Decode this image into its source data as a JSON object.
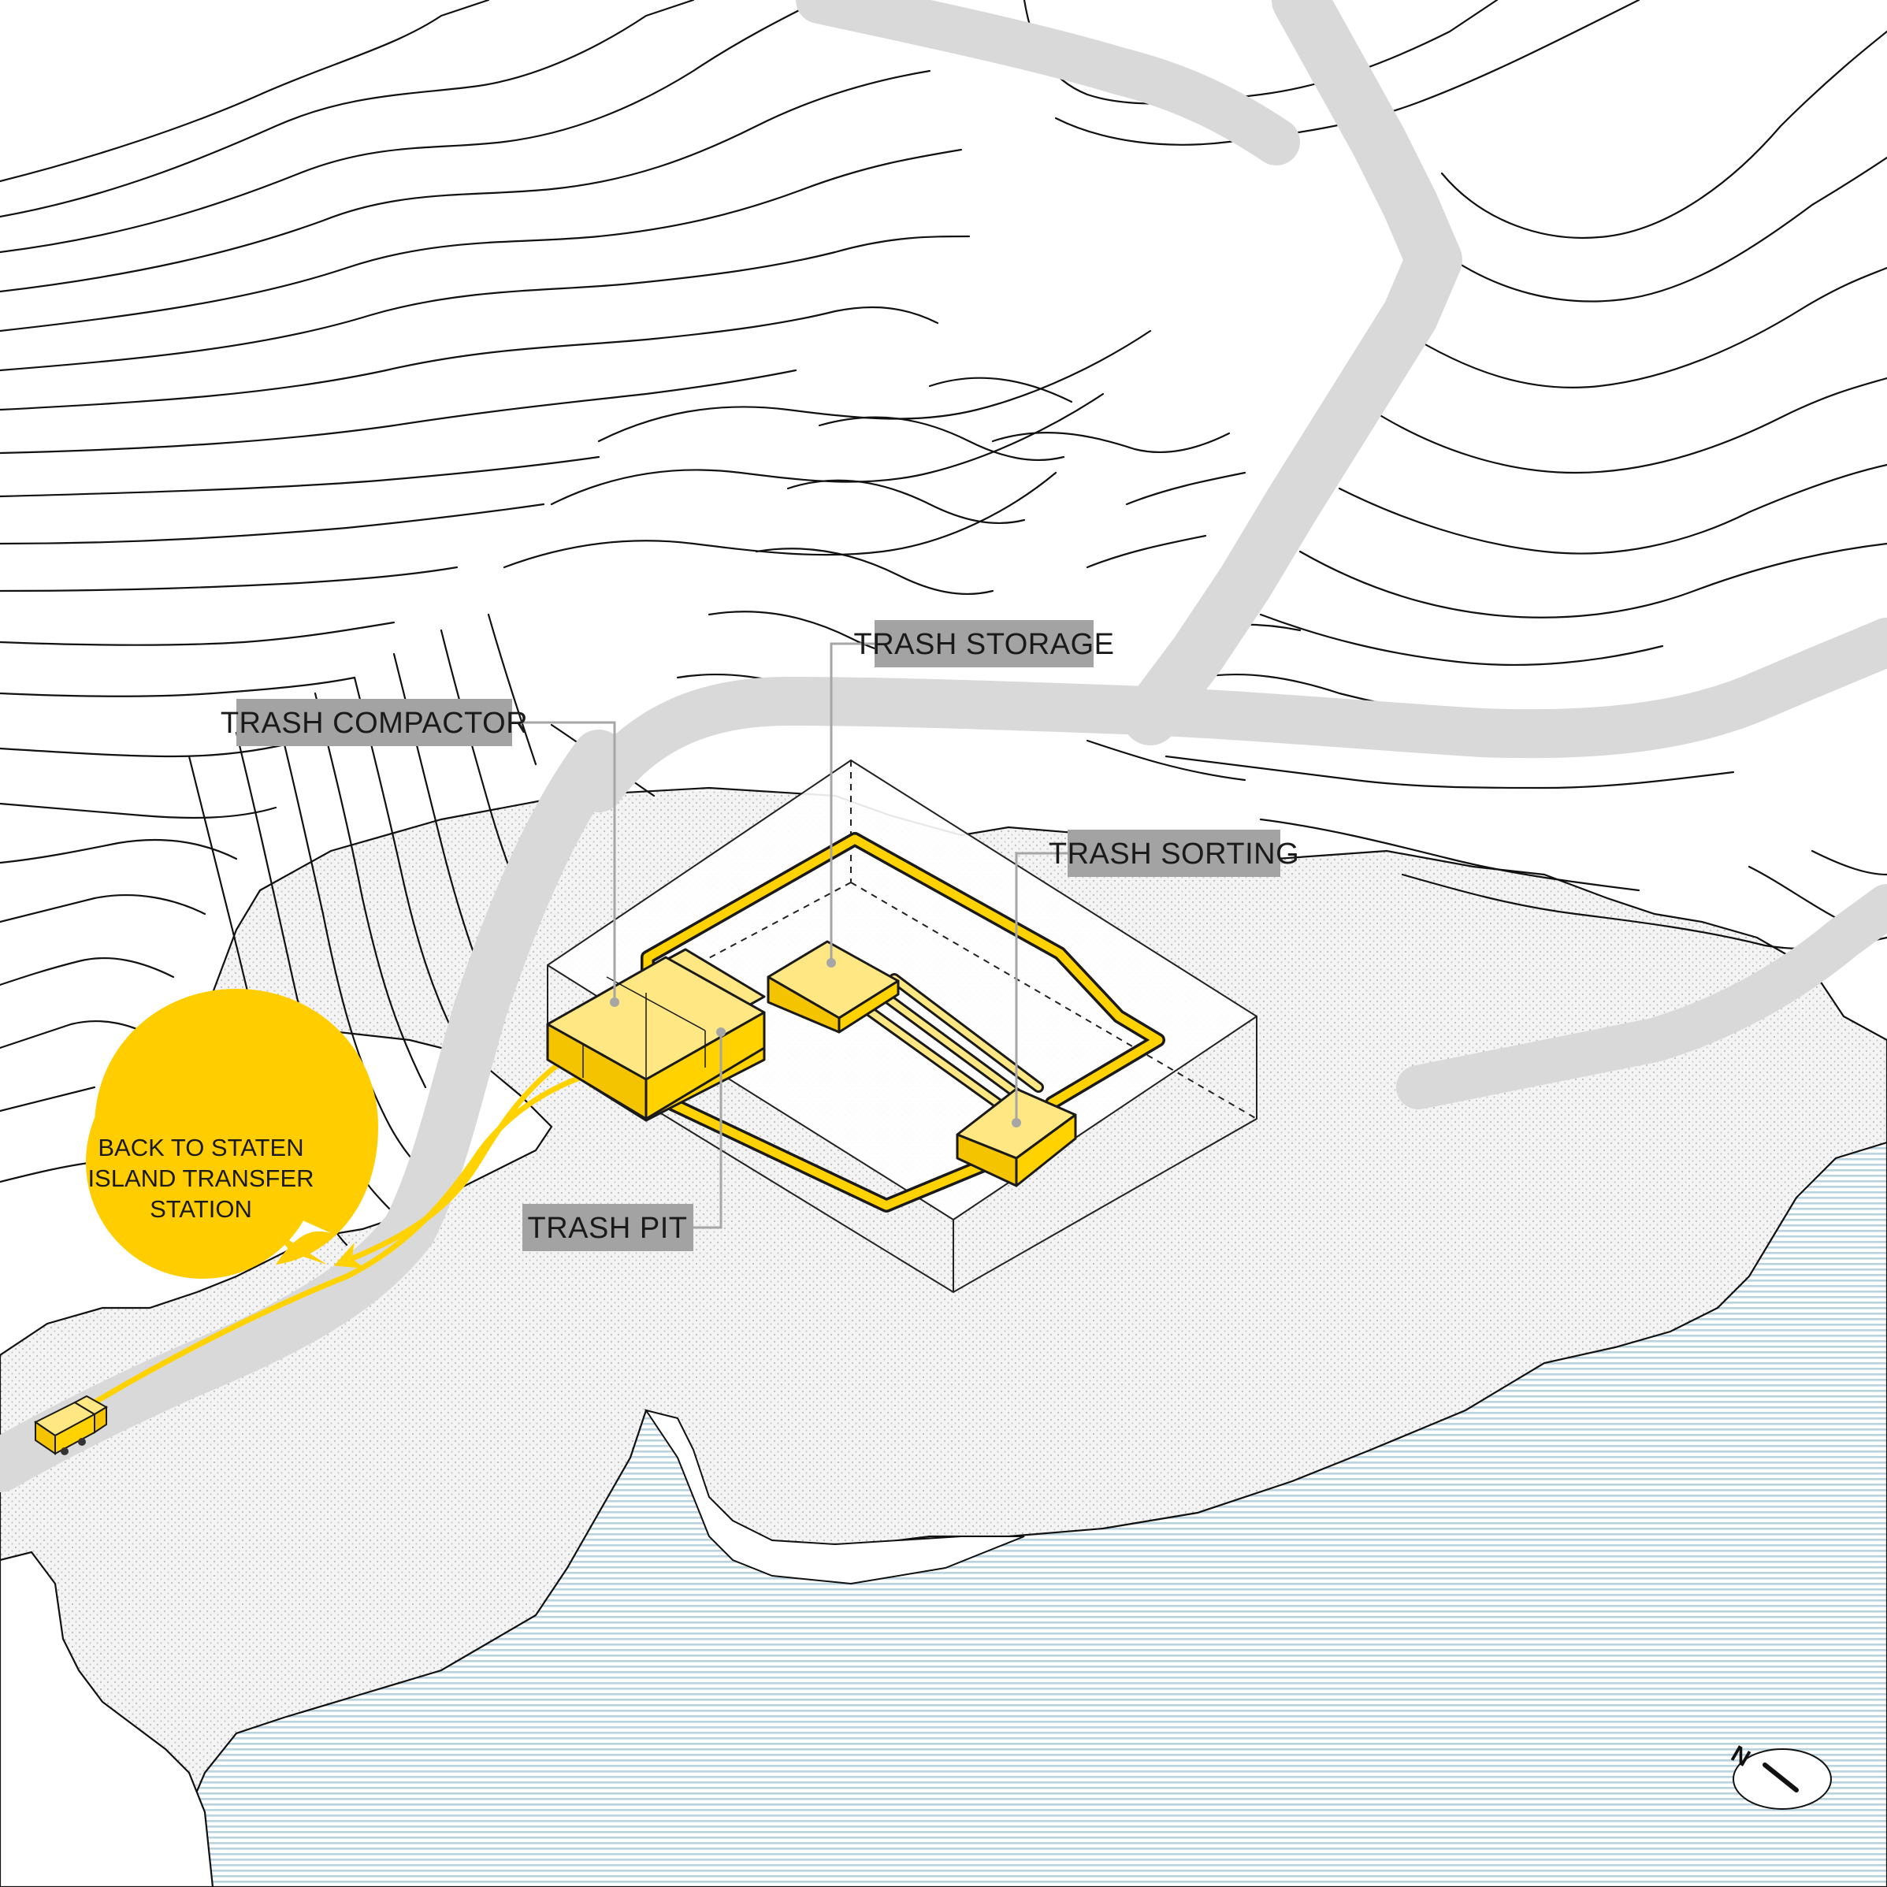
{
  "labels": {
    "trash_compactor": "TRASH COMPACTOR",
    "trash_storage": "TRASH STORAGE",
    "trash_sorting": "TRASH SORTING",
    "trash_pit": "TRASH PIT"
  },
  "bubble": {
    "line1": "BACK TO STATEN",
    "line2": "ISLAND TRANSFER",
    "line3": "STATION"
  },
  "north_arrow": {
    "letter": "N"
  },
  "colors": {
    "yellow": "#ffd200",
    "yellow_light": "#ffe783",
    "yellow_side": "#f5c400",
    "road_gray": "#d9d9d9",
    "label_gray": "#a3a3a3",
    "water_blue": "#b9d3df",
    "stipple": "#bdbdbd"
  }
}
